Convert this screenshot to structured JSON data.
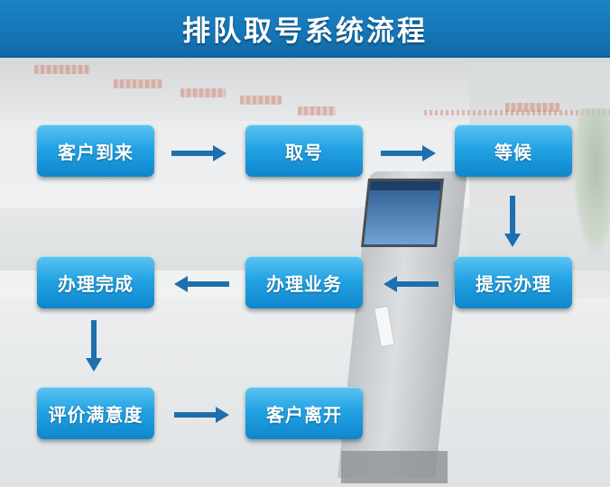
{
  "header": {
    "title": "排队取号系统流程"
  },
  "steps": [
    {
      "id": "customer-arrives",
      "label": "客户到来"
    },
    {
      "id": "take-number",
      "label": "取号"
    },
    {
      "id": "wait",
      "label": "等候"
    },
    {
      "id": "prompt-service",
      "label": "提示办理"
    },
    {
      "id": "handle-business",
      "label": "办理业务"
    },
    {
      "id": "service-complete",
      "label": "办理完成"
    },
    {
      "id": "rate-satisfaction",
      "label": "评价满意度"
    },
    {
      "id": "customer-leaves",
      "label": "客户离开"
    }
  ],
  "flow": [
    [
      "客户到来",
      "取号"
    ],
    [
      "取号",
      "等候"
    ],
    [
      "等候",
      "提示办理"
    ],
    [
      "提示办理",
      "办理业务"
    ],
    [
      "办理业务",
      "办理完成"
    ],
    [
      "办理完成",
      "评价满意度"
    ],
    [
      "评价满意度",
      "客户离开"
    ]
  ],
  "colors": {
    "header_bg": "#1577b8",
    "step_bg_top": "#5cc4f2",
    "step_bg_bottom": "#0f86cc",
    "arrow": "#1e6fad",
    "text": "#ffffff"
  },
  "icons": {
    "arrow": "arrow-icon"
  }
}
